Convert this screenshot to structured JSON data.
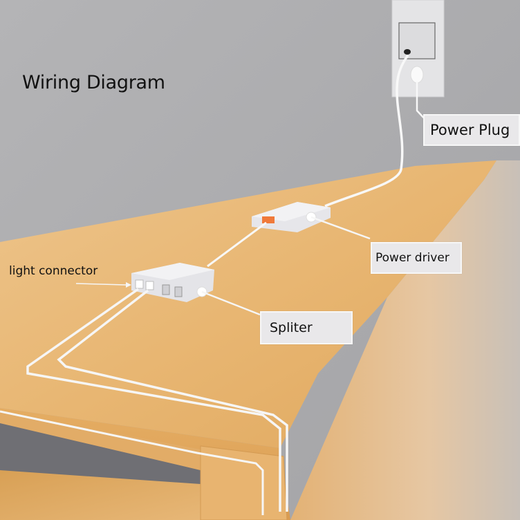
{
  "diagram": {
    "title": "Wiring Diagram",
    "labels": {
      "power_plug": "Power Plug",
      "power_driver": "Power driver",
      "splitter": "Spliter",
      "light_connector": "light connector"
    },
    "components": [
      {
        "name": "wall-outlet",
        "description": "Wall outlet with white power plug"
      },
      {
        "name": "power-driver",
        "description": "White rectangular driver box with orange connector"
      },
      {
        "name": "splitter",
        "description": "White splitter box with 4 ports, 2 in use"
      },
      {
        "name": "light-cables",
        "description": "Two white cables running along the table edge"
      }
    ],
    "connections": [
      {
        "from": "Power Plug",
        "to": "Power driver"
      },
      {
        "from": "Power driver",
        "to": "Spliter"
      },
      {
        "from": "Spliter",
        "to": "light connector"
      }
    ],
    "colors": {
      "wall": "#a9a9ab",
      "wood_top": "#e8b978",
      "wood_front": "#e2aa62",
      "wood_side": "#e6c39a",
      "device_white": "#e9e9ec",
      "connector_orange": "#f07a3a",
      "cable_white": "#f8f8f8"
    }
  }
}
